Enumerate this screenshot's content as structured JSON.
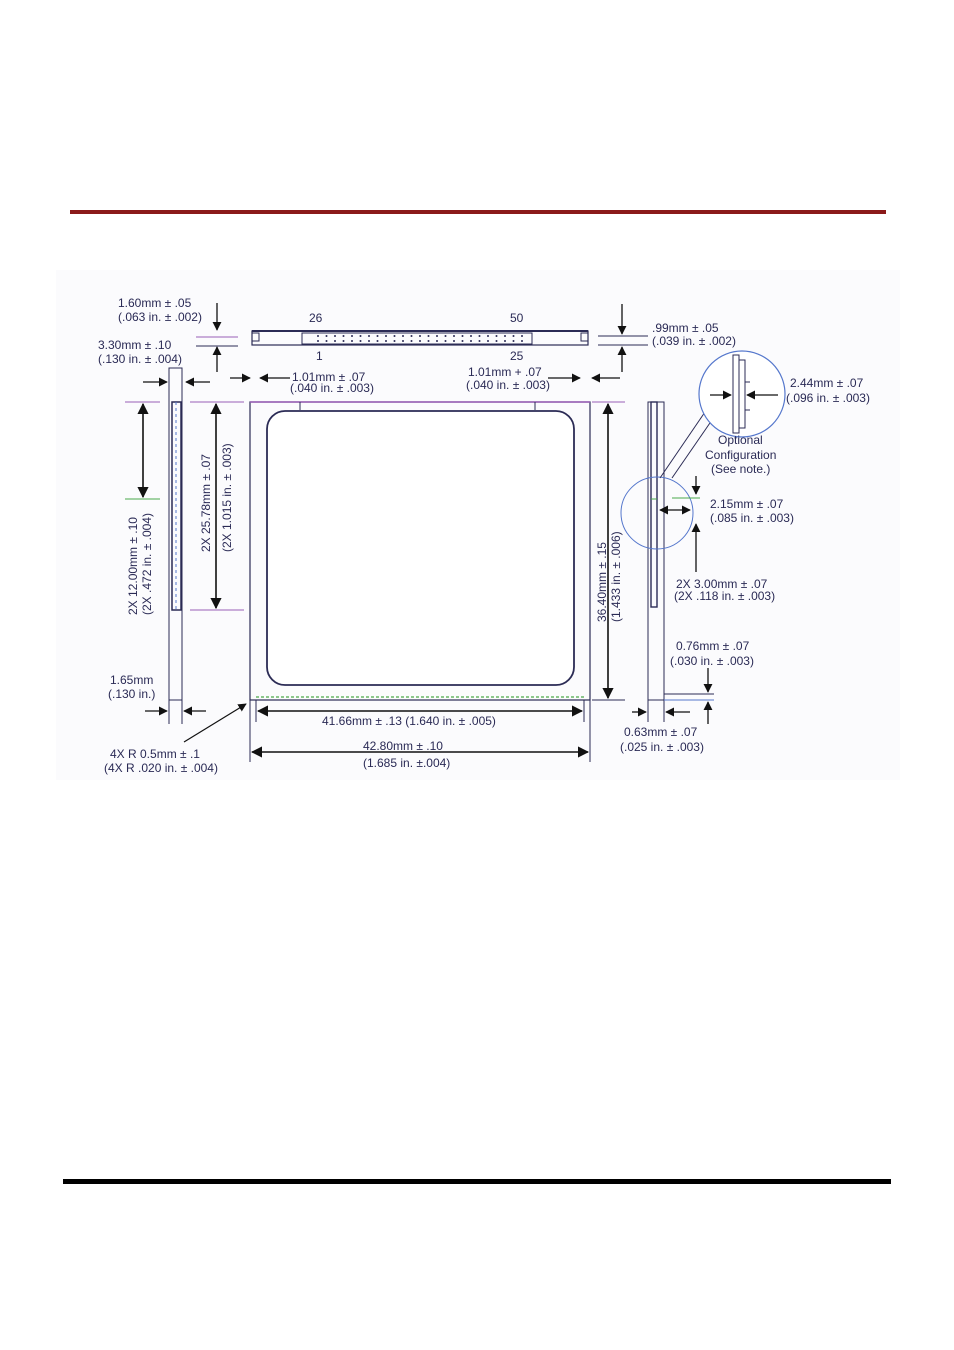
{
  "colors": {
    "top_rule": "#8b1a1a",
    "bottom_rule": "#000000",
    "line": "#2b2b55",
    "arrow": "#111111",
    "guide_purple": "#9a5fb8",
    "guide_green": "#4aa84a",
    "guide_blue": "#5577cc"
  },
  "labels": {
    "thick_mm": "1.60mm ± .05",
    "thick_in": "(.063 in. ± .002)",
    "slot_w_mm": "3.30mm ± .10",
    "slot_w_in": "(.130 in. ± .004)",
    "pin26": "26",
    "pin50": "50",
    "pin1": "1",
    "pin25": "25",
    "ledge_mm": ".99mm ± .05",
    "ledge_in": "(.039 in. ± .002)",
    "left_edge_mm": "1.01mm ± .07",
    "left_edge_in": "(.040 in. ± .003)",
    "right_edge_mm": "1.01mm + .07",
    "right_edge_in": "(.040 in. ± .003)",
    "opt_w_mm": "2.44mm ± .07",
    "opt_w_in": "(.096 in. ± .003)",
    "optional_1": "Optional",
    "optional_2": "Configuration",
    "optional_3": "(See note.)",
    "key_mm": "2.15mm ± .07",
    "key_in": "(.085 in. ± .003)",
    "key2_mm": "2X 3.00mm ± .07",
    "key2_in": "(2X .118 in. ± .003)",
    "rail_mm": "0.76mm ± .07",
    "rail_in": "(.030 in. ± .003)",
    "rail2_mm": "0.63mm ± .07",
    "rail2_in": "(.025 in. ± .003)",
    "guide_mm": "2X 12.00mm ± .10",
    "guide_in": "(2X .472 in. ± .004)",
    "body_len_mm": "2X 25.78mm ± .07",
    "body_len_in": "(2X 1.015 in. ± .003)",
    "height_mm": "36.40mm ± .15",
    "height_in": "(1.433 in. ± .006)",
    "side_mm": "1.65mm",
    "side_in": "(.130 in.)",
    "radius_mm": "4X R 0.5mm ± .1",
    "radius_in": "(4X R .020 in. ± .004)",
    "inner_width": "41.66mm ± .13 (1.640 in. ± .005)",
    "outer_width_mm": "42.80mm ± .10",
    "outer_width_in": "(1.685 in. ±.004)"
  }
}
